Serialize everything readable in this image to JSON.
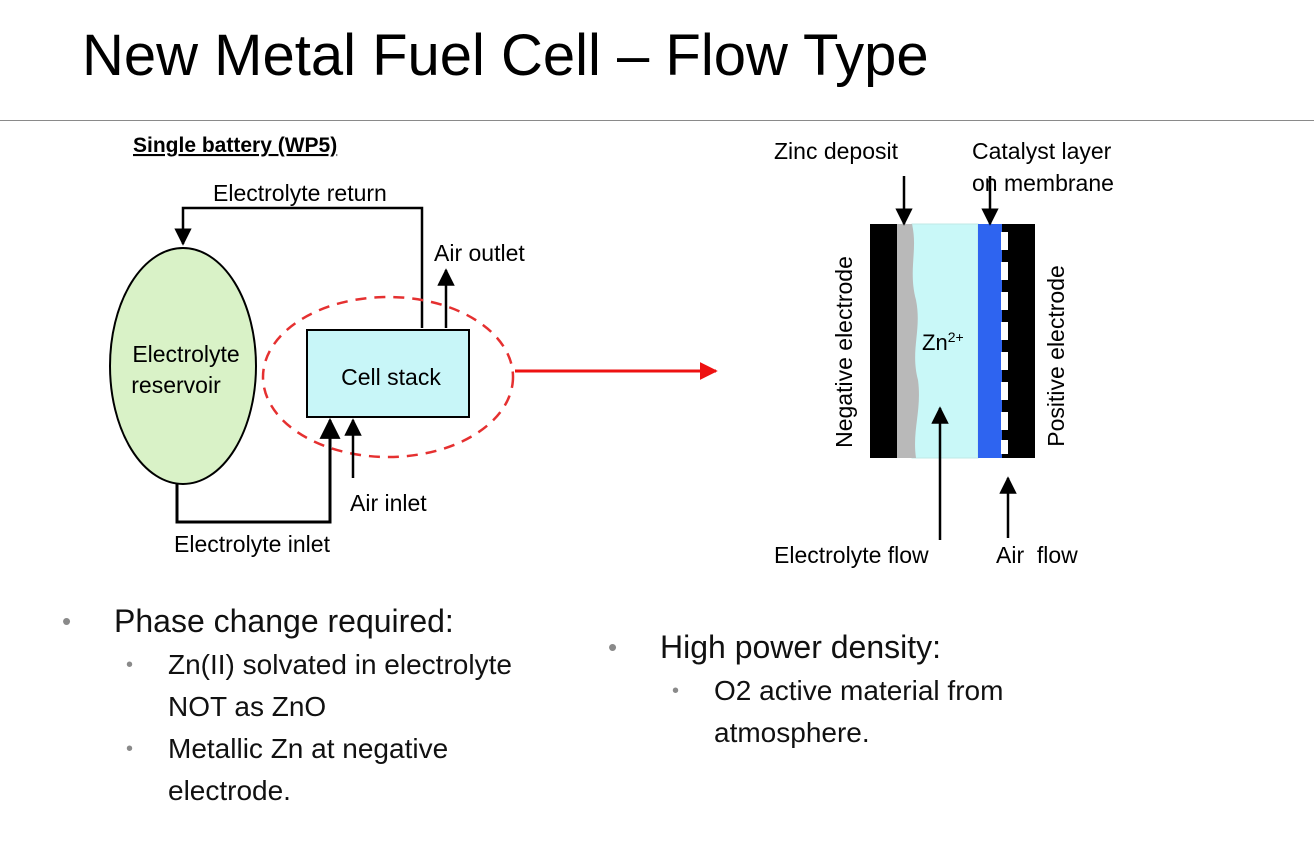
{
  "title": "New Metal Fuel Cell – Flow Type",
  "left_diagram": {
    "heading": "Single battery (WP5)",
    "electrolyte_return": "Electrolyte return",
    "air_outlet": "Air outlet",
    "reservoir_line1": "Electrolyte",
    "reservoir_line2": "reservoir",
    "cell_stack": "Cell stack",
    "air_inlet": "Air inlet",
    "electrolyte_inlet": "Electrolyte inlet"
  },
  "right_diagram": {
    "zinc_deposit": "Zinc deposit",
    "catalyst_line1": "Catalyst layer",
    "catalyst_line2": "on membrane",
    "negative_electrode": "Negative electrode",
    "positive_electrode": "Positive electrode",
    "zn_ion": "Zn",
    "zn_charge": "2+",
    "electrolyte_flow": "Electrolyte flow",
    "air_flow": "Air  flow"
  },
  "bullets_left": {
    "main": "Phase change required:",
    "sub1_line1": "Zn(II) solvated in electrolyte",
    "sub1_line2": "NOT as ZnO",
    "sub2_line1": "Metallic Zn at negative",
    "sub2_line2": "electrode."
  },
  "bullets_right": {
    "main": "High power density:",
    "sub1_line1": "O2 active material from",
    "sub1_line2": "atmosphere."
  },
  "colors": {
    "reservoir_fill": "#d9f2c7",
    "cell_fill": "#c8f6f8",
    "highlight": "#e53030",
    "arrow": "#ee1111",
    "catalyst_blue": "#2e64f0",
    "zinc_grey": "#b9b9b9",
    "electrolyte_fill": "#c9f8f8"
  }
}
